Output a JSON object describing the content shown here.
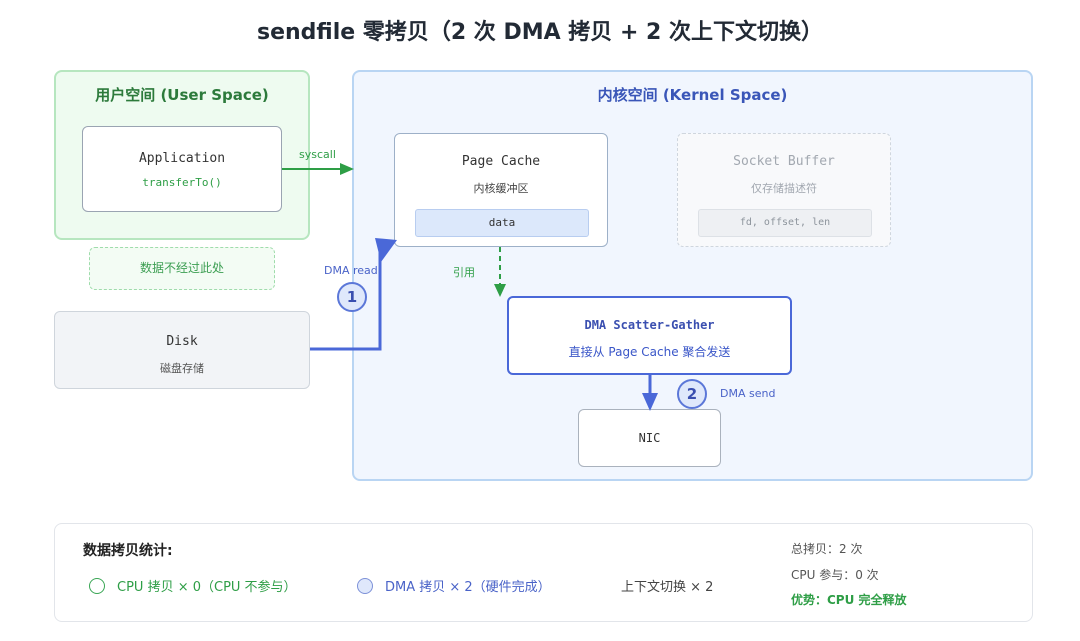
{
  "title": "sendfile 零拷贝（2 次 DMA 拷贝 + 2 次上下文切换）",
  "user_space": {
    "title": "用户空间 (User Space)",
    "application": {
      "name": "Application",
      "call": "transferTo()"
    },
    "note": "数据不经过此处"
  },
  "disk": {
    "name": "Disk",
    "desc": "磁盘存储"
  },
  "kernel_space": {
    "title": "内核空间 (Kernel Space)",
    "page_cache": {
      "name": "Page Cache",
      "desc": "内核缓冲区",
      "data": "data"
    },
    "socket_buffer": {
      "name": "Socket Buffer",
      "desc": "仅存储描述符",
      "data": "fd, offset, len"
    },
    "dma": {
      "name": "DMA Scatter-Gather",
      "desc": "直接从 Page Cache 聚合发送"
    },
    "nic": "NIC"
  },
  "edges": {
    "syscall": "syscall",
    "dma_read": "DMA read",
    "ref": "引用",
    "dma_send": "DMA send"
  },
  "steps": {
    "one": "1",
    "two": "2"
  },
  "stats": {
    "title": "数据拷贝统计:",
    "cpu_copy": "CPU 拷贝 × 0（CPU 不参与）",
    "dma_copy": "DMA 拷贝 × 2（硬件完成）",
    "context_switch": "上下文切换 × 2",
    "total": "总拷贝：2 次",
    "cpu_participation": "CPU 参与：0 次",
    "advantage": "优势：CPU 完全释放"
  },
  "colors": {
    "user_accent": "#2e9e46",
    "kernel_accent": "#4a63c8",
    "dma_arrow": "#4a68d8"
  }
}
